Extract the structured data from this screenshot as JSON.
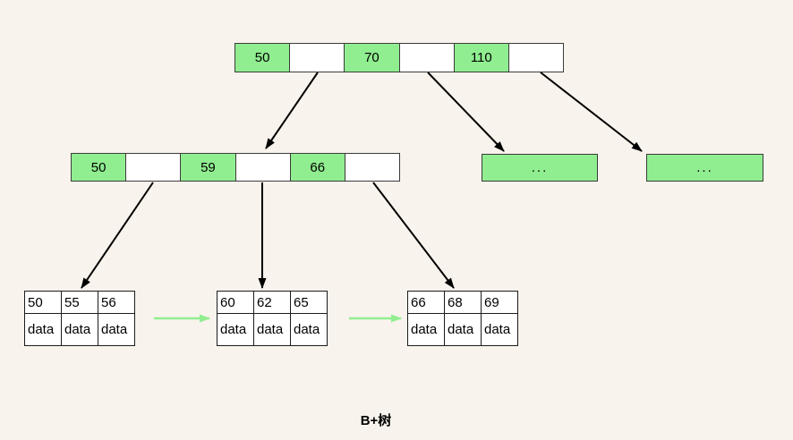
{
  "canvas": {
    "background": "#f8f3ec",
    "node_green": "#90ee90",
    "node_white": "#ffffff",
    "border_color": "#3b3b3b",
    "arrow_black": "#000000",
    "arrow_green": "#90ee90"
  },
  "caption": "B+树",
  "tree": {
    "root": {
      "cells": [
        {
          "label": "50",
          "fill": "green"
        },
        {
          "label": "",
          "fill": "white"
        },
        {
          "label": "70",
          "fill": "green"
        },
        {
          "label": "",
          "fill": "white"
        },
        {
          "label": "110",
          "fill": "green"
        },
        {
          "label": "",
          "fill": "white"
        }
      ]
    },
    "internal": {
      "cells": [
        {
          "label": "50",
          "fill": "green"
        },
        {
          "label": "",
          "fill": "white"
        },
        {
          "label": "59",
          "fill": "green"
        },
        {
          "label": "",
          "fill": "white"
        },
        {
          "label": "66",
          "fill": "green"
        },
        {
          "label": "",
          "fill": "white"
        }
      ]
    },
    "overflow_nodes": [
      {
        "label": "..."
      },
      {
        "label": "..."
      }
    ],
    "leaves": [
      {
        "keys": [
          "50",
          "55",
          "56"
        ],
        "values": [
          "data",
          "data",
          "data"
        ]
      },
      {
        "keys": [
          "60",
          "62",
          "65"
        ],
        "values": [
          "data",
          "data",
          "data"
        ]
      },
      {
        "keys": [
          "66",
          "68",
          "69"
        ],
        "values": [
          "data",
          "data",
          "data"
        ]
      }
    ]
  }
}
